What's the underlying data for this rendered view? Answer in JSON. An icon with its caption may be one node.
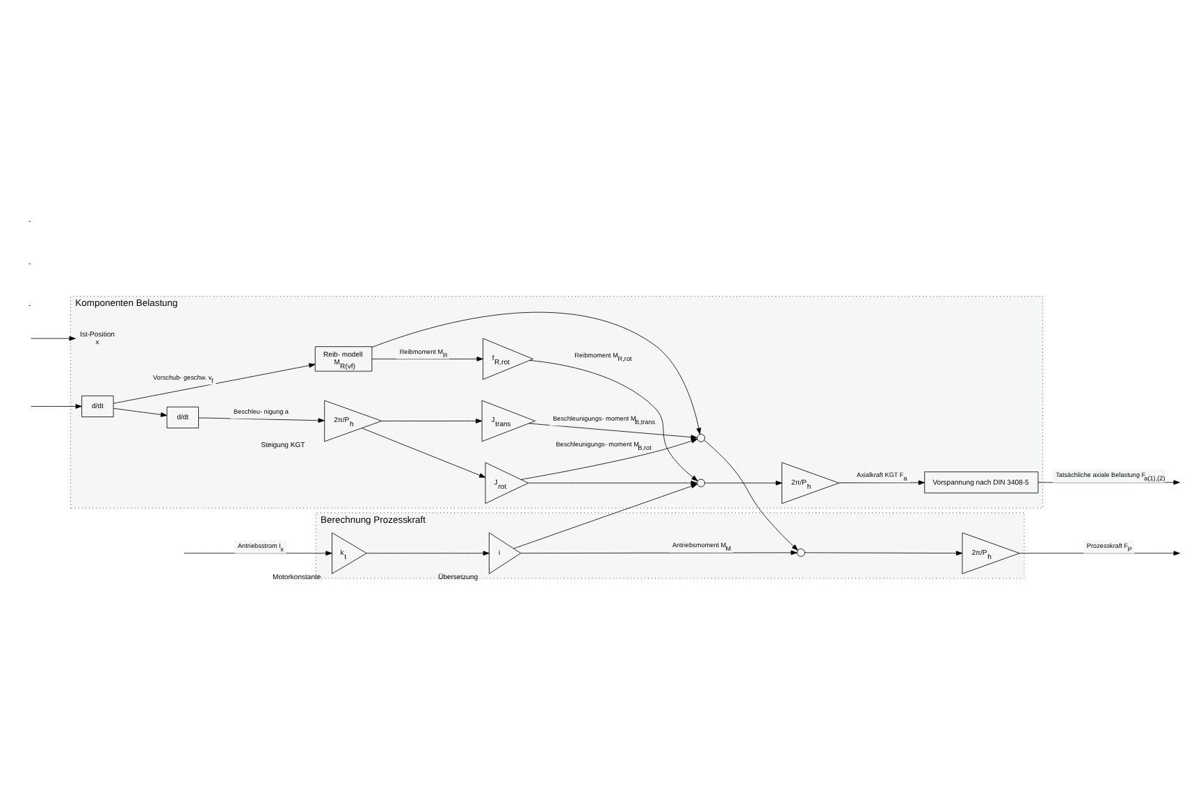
{
  "diagram": {
    "nodes": [
      {
        "text": [
          "Berechnung Prozesskraft"
        ]
      },
      {
        "text": [
          "k$_{t}$"
        ],
        "in": 0,
        "beside": [
          "Motorkonstante"
        ]
      },
      {
        "text": [
          "i"
        ],
        "in": 0,
        "beside": [
          "Übersetzung"
        ]
      },
      {
        "text": [],
        "shape": "circle",
        "in": 0
      },
      {
        "text": [
          "2π/P$_{h}$"
        ],
        "in": 0
      },
      {
        "text": [
          "Komponenten Belastung"
        ]
      },
      {
        "text": [
          "d/dt"
        ],
        "in": 5
      },
      {
        "text": [
          "Reib- modell",
          "M$_{R(vf)}$"
        ],
        "in": 5
      },
      {
        "text": [
          "f$_{R,rot}$"
        ],
        "in": 5
      },
      {
        "text": [],
        "shape": "circle",
        "in": 5
      },
      {
        "text": [
          "d/dt"
        ],
        "in": 5
      },
      {
        "text": [
          "2π/P$_{h}$"
        ],
        "in": 5,
        "beside": [
          "Steigung KGT"
        ]
      },
      {
        "text": [
          "J$_{trans}$"
        ],
        "in": 5
      },
      {
        "text": [
          "J$_{rot}$"
        ],
        "in": 5
      },
      {
        "text": [],
        "shape": "circle",
        "in": 5
      },
      {
        "text": [
          "2π/P$_{h}$"
        ],
        "in": 5
      },
      {
        "text": [
          "Vorspannung nach DIN 3408-5"
        ],
        "in": 5
      },
      {
        "text": [
          "Ist-Position",
          "x"
        ],
        "in": 5
      }
    ],
    "edges": [
      {
        "from": null,
        "to": 1,
        "arrow": "to",
        "label": "Antriebsstrom I$_{x}$"
      },
      {
        "from": 1,
        "to": 2,
        "arrow": "to"
      },
      {
        "from": 2,
        "to": 3,
        "arrow": "to",
        "label": "Antriebsmoment M$_{M}$"
      },
      {
        "from": 3,
        "to": 4,
        "arrow": "to"
      },
      {
        "from": 4,
        "to": null,
        "arrow": "to",
        "label": "Prozesskraft F$_{P}$"
      },
      {
        "from": null,
        "to": 17,
        "arrow": "to"
      },
      {
        "from": null,
        "to": 6,
        "arrow": "to"
      },
      {
        "from": 6,
        "to": 7,
        "arrow": "to",
        "label": "Vorschub- geschw. v$_{f}$"
      },
      {
        "from": 6,
        "to": 10,
        "arrow": "to"
      },
      {
        "from": 7,
        "to": 8,
        "arrow": "to",
        "label": "Reibmoment M$_{R}$"
      },
      {
        "from": 7,
        "to": 9,
        "arrow": "to"
      },
      {
        "from": 8,
        "to": 14,
        "arrow": "to",
        "label": "Reibmoment M$_{R,rot}$"
      },
      {
        "from": 10,
        "to": 11,
        "arrow": "to",
        "label": "Beschleu- nigung a"
      },
      {
        "from": 11,
        "to": 12,
        "arrow": "to"
      },
      {
        "from": 11,
        "to": 13,
        "arrow": "to"
      },
      {
        "from": 12,
        "to": 9,
        "arrow": "to",
        "label": "Beschleunigungs- moment M$_{B,trans}$"
      },
      {
        "from": 13,
        "to": 9,
        "arrow": "to",
        "label": "Beschleunigungs- moment M$_{B,rot}$"
      },
      {
        "from": 13,
        "to": 14,
        "arrow": "to"
      },
      {
        "from": 9,
        "to": 3,
        "arrow": "to"
      },
      {
        "from": 2,
        "to": 14,
        "arrow": "to"
      },
      {
        "from": 14,
        "to": 15,
        "arrow": "to"
      },
      {
        "from": 15,
        "to": 16,
        "arrow": "to",
        "label": "Axialkraft KGT F$_{a}$"
      },
      {
        "from": 16,
        "to": null,
        "arrow": "to",
        "label": "Tatsächliche axiale Belastung F$_{a(1),(2)}$"
      }
    ],
    "labels": [
      "-",
      "-",
      "-"
    ]
  }
}
